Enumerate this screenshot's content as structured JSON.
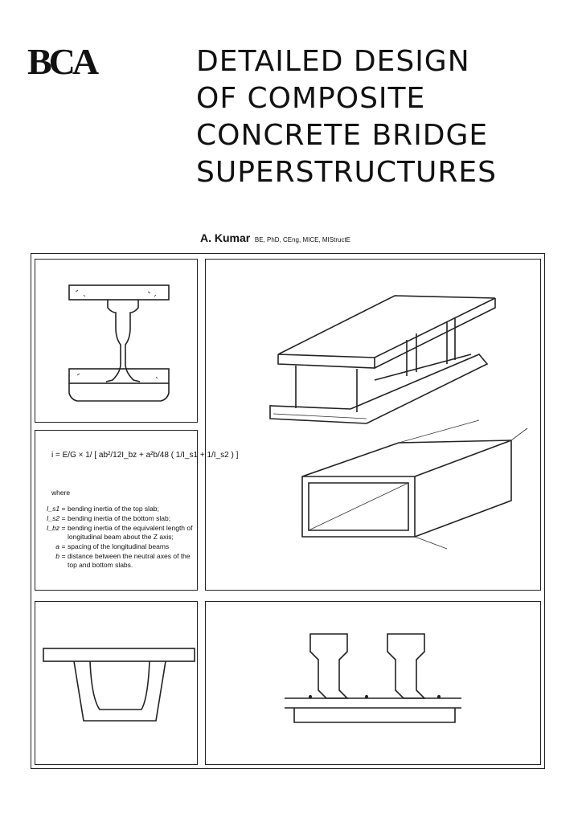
{
  "logo": "BCA",
  "title_lines": [
    "DETAILED DESIGN",
    "OF COMPOSITE",
    "CONCRETE BRIDGE",
    "SUPERSTRUCTURES"
  ],
  "author": {
    "name": "A. Kumar",
    "qualifications": "BE, PhD, CEng, MICE, MIStructE"
  },
  "formula": {
    "text": "i = E/G × 1/ [ ab²/12I_bz + a²b/48 ( 1/I_s1 + 1/I_s2 ) ]",
    "where": "where",
    "definitions": [
      {
        "symbol": "I_s1",
        "text": "bending inertia of the top slab;"
      },
      {
        "symbol": "I_s2",
        "text": "bending inertia of the bottom slab;"
      },
      {
        "symbol": "I_bz",
        "text": "bending inertia of the equivalent length of longitudinal beam about the Z axis;"
      },
      {
        "symbol": "a",
        "text": "spacing of the longitudinal beams"
      },
      {
        "symbol": "b",
        "text": "distance between the neutral axes of the top and bottom slabs."
      }
    ]
  }
}
